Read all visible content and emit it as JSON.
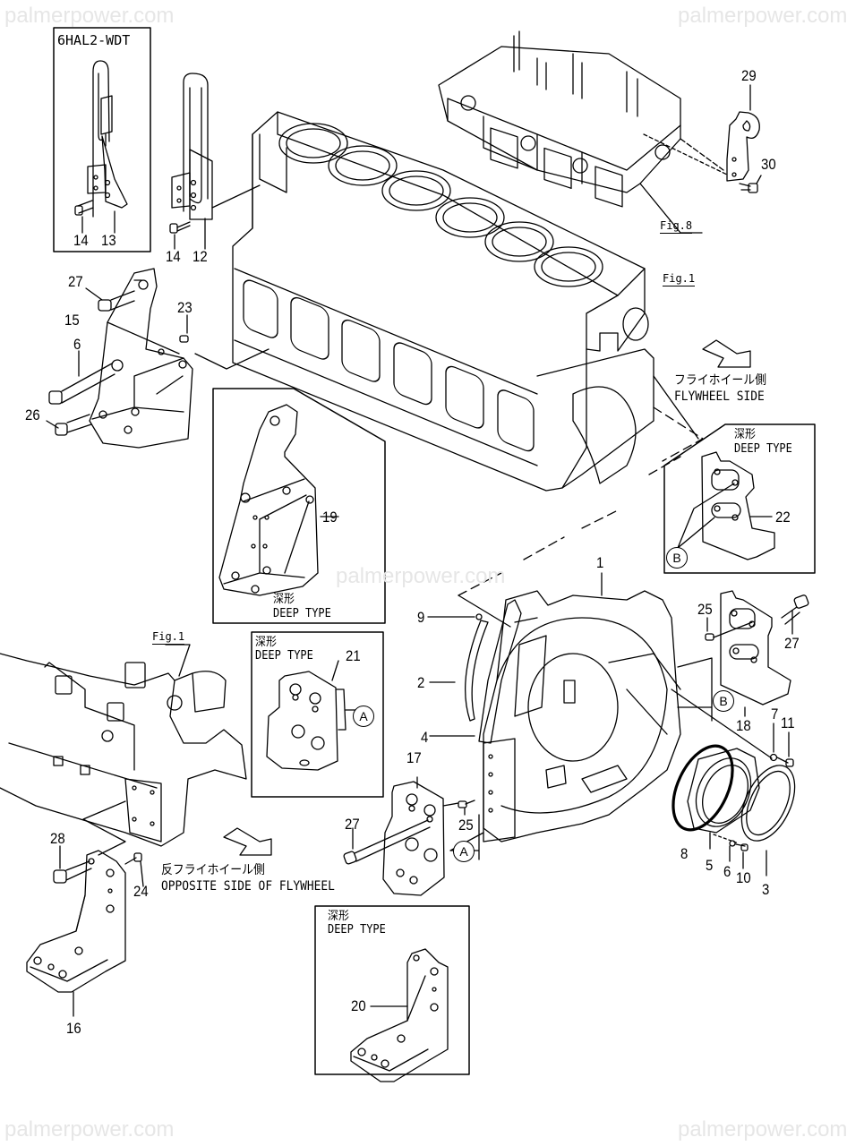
{
  "watermarks": {
    "top_left": "palmerpower.com",
    "top_right": "palmerpower.com",
    "center": "palmerpower.com",
    "bottom_left": "palmerpower.com",
    "bottom_right": "palmerpower.com"
  },
  "inset_boxes": {
    "model_variant": {
      "title": "6HAL2-WDT",
      "parts": [
        "14",
        "13"
      ]
    },
    "deep_type_19": {
      "caption_jp": "深形",
      "caption_en": "DEEP TYPE",
      "part": "19"
    },
    "deep_type_22": {
      "caption_jp": "深形",
      "caption_en": "DEEP TYPE",
      "part": "22",
      "ref_marker": "B"
    },
    "deep_type_21": {
      "caption_jp": "深形",
      "caption_en": "DEEP TYPE",
      "part": "21",
      "ref_marker": "A"
    },
    "deep_type_20": {
      "caption_jp": "深形",
      "caption_en": "DEEP TYPE",
      "part": "20"
    }
  },
  "figure_refs": {
    "cylinder_head": "Fig.8",
    "block_right": "Fig.1",
    "block_left": "Fig.1"
  },
  "direction_labels": {
    "flywheel_side_jp": "フライホイール側",
    "flywheel_side_en": "FLYWHEEL SIDE",
    "opposite_side_jp": "反フライホイール側",
    "opposite_side_en": "OPPOSITE SIDE OF FLYWHEEL"
  },
  "ref_markers": {
    "a_main": "A",
    "b_main": "B"
  },
  "part_labels": {
    "p14_left": "14",
    "p12": "12",
    "p14_mid": "14",
    "p29": "29",
    "p30": "30",
    "p27_left": "27",
    "p15": "15",
    "p6_left": "6",
    "p23": "23",
    "p26": "26",
    "p1": "1",
    "p9": "9",
    "p2": "2",
    "p4": "4",
    "p25_right": "25",
    "p27_right": "27",
    "p18": "18",
    "p7": "7",
    "p11": "11",
    "p8": "8",
    "p5": "5",
    "p6_right": "6",
    "p10": "10",
    "p3": "3",
    "p17": "17",
    "p27_mid": "27",
    "p25_mid": "25",
    "p28": "28",
    "p24": "24",
    "p16": "16"
  }
}
